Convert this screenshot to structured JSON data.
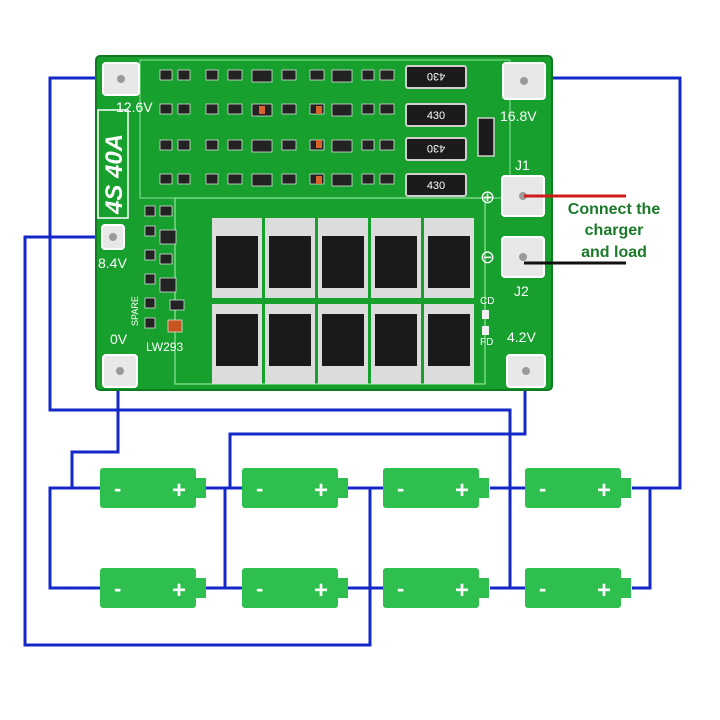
{
  "board": {
    "model_label": "4S 40A",
    "pad_labels": {
      "p12_6": "12.6V",
      "p8_4": "8.4V",
      "p0": "0V",
      "p16_8": "16.8V",
      "p4_2": "4.2V",
      "j1": "J1",
      "j2": "J2"
    },
    "chip_label": "LW293",
    "spare_label": "SPARE",
    "cd_label": "CD",
    "fd_label": "FD",
    "resistor_labels": [
      "430",
      "430",
      "430",
      "430"
    ],
    "plus_symbol": "⊕",
    "minus_symbol": "⊖"
  },
  "annotation": {
    "line1": "Connect the",
    "line2": "charger",
    "line3": "and load"
  },
  "battery": {
    "minus": "-",
    "plus": "+"
  },
  "colors": {
    "pcb": "#17a02d",
    "wire_blue": "#1428c8",
    "wire_red": "#d01a1a",
    "battery": "#2fbf4f",
    "annotation_text": "#1a7a2a"
  }
}
